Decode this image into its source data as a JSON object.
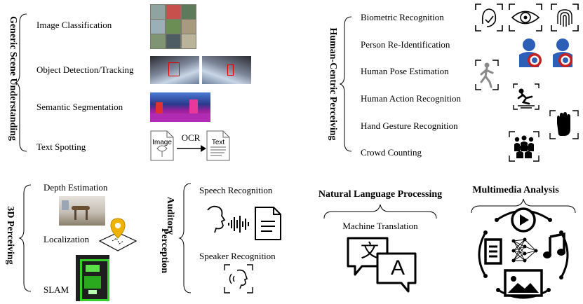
{
  "generic_scene": {
    "title": "Generic Scene Understanding",
    "items": [
      "Image Classification",
      "Object Detection/Tracking",
      "Semantic Segmentation",
      "Text Spotting"
    ],
    "ocr_diagram": {
      "left_label": "Image",
      "arrow_label": "OCR",
      "right_label": "Text"
    }
  },
  "human_centric": {
    "title": "Human-Centric Perceiving",
    "items": [
      "Biometric Recognition",
      "Person Re-Identification",
      "Human Pose Estimation",
      "Human Action Recognition",
      "Hand Gesture Recognition",
      "Crowd Counting"
    ]
  },
  "perceiving_3d": {
    "title": "3D Perceiving",
    "items": [
      "Depth Estimation",
      "Localization",
      "SLAM"
    ]
  },
  "auditory": {
    "title_line1": "Auditory",
    "title_line2": "Perception",
    "items": [
      "Speech Recognition",
      "Speaker Recognition"
    ]
  },
  "nlp": {
    "title": "Natural Language Processing",
    "item": "Machine Translation",
    "glyph_left": "文",
    "glyph_right": "A"
  },
  "multimedia": {
    "title": "Multimedia Analysis"
  }
}
